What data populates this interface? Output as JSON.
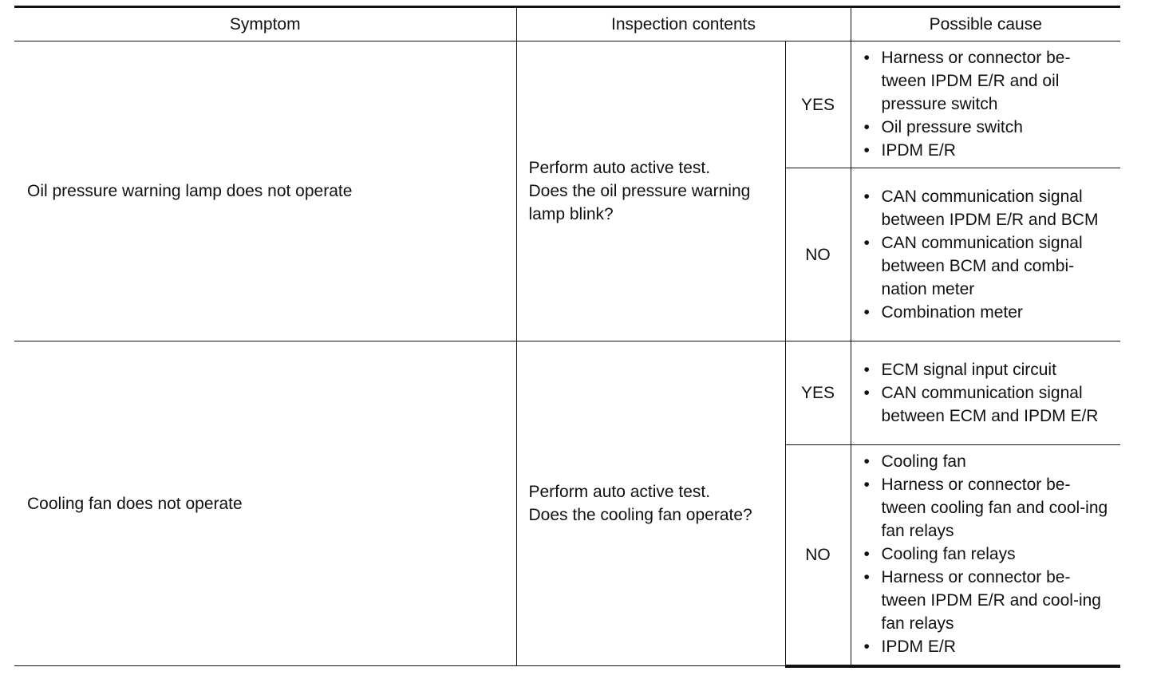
{
  "table": {
    "headers": {
      "symptom": "Symptom",
      "inspection": "Inspection contents",
      "cause": "Possible cause"
    },
    "bullet": "•",
    "rows": [
      {
        "symptom": "Oil pressure warning lamp does not operate",
        "inspection": [
          "Perform auto active test.",
          "Does the oil pressure warning",
          "lamp blink?"
        ],
        "yes": {
          "label": "YES",
          "causes": [
            "Harness or connector be-tween IPDM E/R and oil pressure switch",
            "Oil pressure switch",
            "IPDM E/R"
          ]
        },
        "no": {
          "label": "NO",
          "causes": [
            "CAN communication signal between IPDM E/R and BCM",
            "CAN communication signal between BCM and combi-nation meter",
            "Combination meter"
          ]
        }
      },
      {
        "symptom": "Cooling fan does not operate",
        "inspection": [
          "Perform auto active test.",
          "Does the cooling fan operate?"
        ],
        "yes": {
          "label": "YES",
          "causes": [
            "ECM signal input circuit",
            "CAN communication signal between ECM and IPDM E/R"
          ]
        },
        "no": {
          "label": "NO",
          "causes": [
            "Cooling fan",
            "Harness or connector be-tween cooling fan and cool-ing fan relays",
            "Cooling fan relays",
            "Harness or connector be-tween IPDM E/R and cool-ing fan relays",
            "IPDM E/R"
          ]
        }
      }
    ]
  }
}
